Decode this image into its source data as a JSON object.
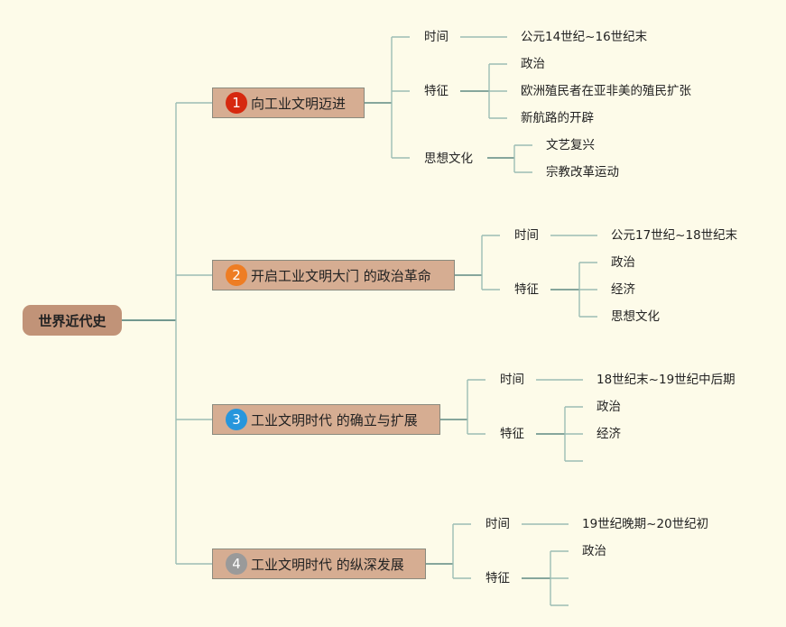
{
  "root": {
    "label": "世界近代史"
  },
  "branches": [
    {
      "number": "1",
      "badge_color": "#d6290f",
      "label": "向工业文明迈进",
      "time_label": "时间",
      "time_value": "公元14世纪~16世纪末",
      "feature_label": "特征",
      "features": [
        "政治",
        "欧洲殖民者在亚非美的殖民扩张",
        "新航路的开辟"
      ],
      "culture_label": "思想文化",
      "culture_items": [
        "文艺复兴",
        "宗教改革运动"
      ]
    },
    {
      "number": "2",
      "badge_color": "#ee7d24",
      "label": "开启工业文明大门 的政治革命",
      "time_label": "时间",
      "time_value": "公元17世纪~18世纪末",
      "feature_label": "特征",
      "features": [
        "政治",
        "经济",
        "思想文化"
      ]
    },
    {
      "number": "3",
      "badge_color": "#2796dc",
      "label": "工业文明时代 的确立与扩展",
      "time_label": "时间",
      "time_value": "18世纪末~19世纪中后期",
      "feature_label": "特征",
      "features": [
        "政治",
        "经济",
        ""
      ]
    },
    {
      "number": "4",
      "badge_color": "#9a9a9a",
      "label": "工业文明时代 的纵深发展",
      "time_label": "时间",
      "time_value": "19世纪晚期~20世纪初",
      "feature_label": "特征",
      "features": [
        "政治",
        "",
        ""
      ]
    }
  ]
}
